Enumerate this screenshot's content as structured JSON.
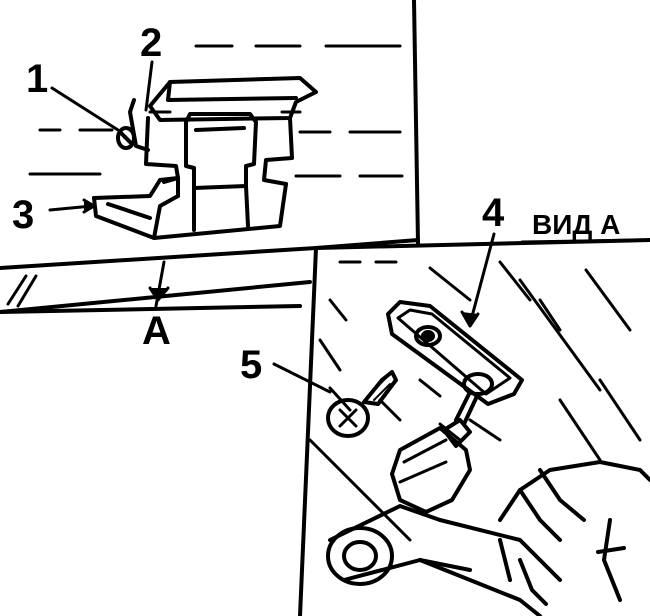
{
  "labels": {
    "part_1": "1",
    "part_2": "2",
    "part_3": "3",
    "part_4": "4",
    "part_5": "5",
    "view_arrow": "A",
    "view_title": "ВИД А"
  },
  "colors": {
    "ink": "#000000",
    "paper": "#ffffff"
  }
}
